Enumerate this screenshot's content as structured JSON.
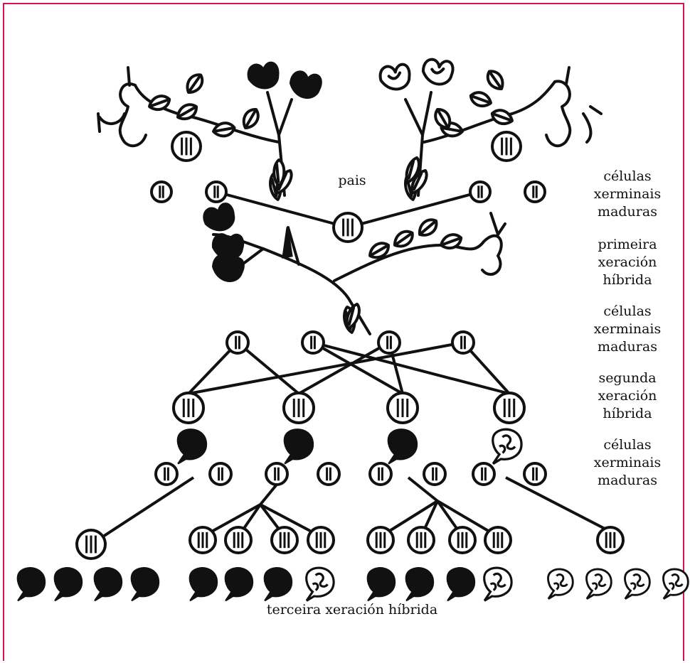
{
  "labels": {
    "parents": "pais",
    "gametes_1": "células\nxerminais\nmaduras",
    "f1": "primeira\nxeración\nhíbrida",
    "gametes_2": "células\nxerminais\nmaduras",
    "f2": "segunda\nxeración\nhíbrida",
    "gametes_3": "células\nxerminais\nmaduras",
    "f3": "terceira xeración híbrida"
  },
  "colors": {
    "frame": "#d4145a",
    "ink": "#111111"
  },
  "f2_phenotypes": [
    "dark",
    "dark",
    "dark",
    "white"
  ],
  "f3_groups": [
    [
      "dark",
      "dark",
      "dark",
      "dark"
    ],
    [
      "dark",
      "dark",
      "dark",
      "white"
    ],
    [
      "dark",
      "dark",
      "dark",
      "white"
    ],
    [
      "white",
      "white",
      "white",
      "white"
    ]
  ]
}
